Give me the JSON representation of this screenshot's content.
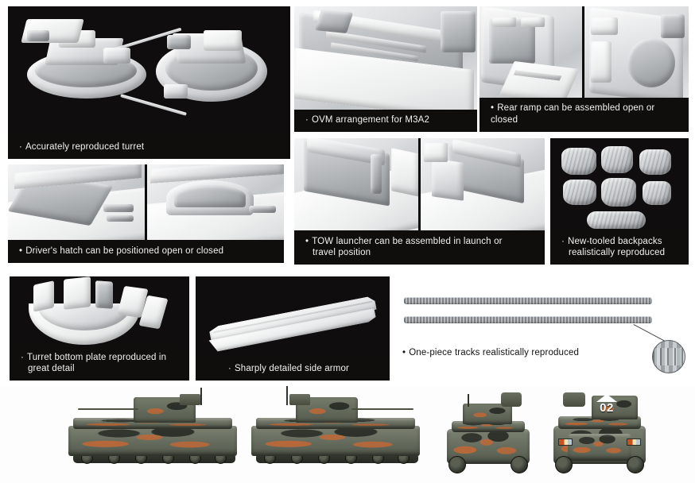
{
  "sheet": {
    "background_color": "#ffffff",
    "panel_background_color": "#100d0d",
    "caption_text_color": "#f2f2f2"
  },
  "panels": [
    {
      "id": "turret",
      "caption": "Accurately reproduced turret",
      "bullet": "·",
      "style": "dark",
      "photo_count": 1
    },
    {
      "id": "ovm",
      "caption": "OVM arrangement for M3A2",
      "bullet": "·",
      "style": "dark",
      "photo_count": 1
    },
    {
      "id": "rear-ramp",
      "caption": "Rear ramp can be assembled open or closed",
      "bullet": "•",
      "style": "dark",
      "photo_count": 2
    },
    {
      "id": "drivers-hatch",
      "caption": "Driver's hatch can be positioned open or closed",
      "bullet": "•",
      "style": "dark",
      "photo_count": 2
    },
    {
      "id": "tow-launcher",
      "caption_line1": "TOW launcher can be assembled in launch or",
      "caption_line2": "travel position",
      "bullet": "•",
      "style": "dark",
      "photo_count": 2
    },
    {
      "id": "backpacks",
      "caption_line1": "New-tooled backpacks",
      "caption_line2": "realistically reproduced",
      "bullet": "·",
      "style": "dark",
      "photo_count": 1
    },
    {
      "id": "turret-bottom-plate",
      "caption_line1": "Turret bottom plate reproduced in",
      "caption_line2": "great detail",
      "bullet": "·",
      "style": "dark",
      "photo_count": 1
    },
    {
      "id": "side-armor",
      "caption": "Sharply detailed side armor",
      "bullet": "·",
      "style": "dark",
      "photo_count": 1
    },
    {
      "id": "one-piece-tracks",
      "caption": "One-piece tracks realistically reproduced",
      "bullet": "•",
      "style": "light",
      "photo_count": 1
    }
  ],
  "models": {
    "vehicles": [
      {
        "id": "model-left-side-view",
        "view": "left side view"
      },
      {
        "id": "model-right-side-view",
        "view": "right side view"
      },
      {
        "id": "model-front-view",
        "view": "front view"
      },
      {
        "id": "model-rear-view",
        "view": "rear view",
        "hull_number": "02"
      }
    ]
  },
  "colors": {
    "panel_dark": "#100d0d",
    "caption_light": "#f2f2f2",
    "caption_dark": "#111111",
    "camo_green": "#5f6557",
    "camo_brown": "#c46834",
    "camo_black": "#262a24",
    "track_grey": "#9aa0a4"
  }
}
